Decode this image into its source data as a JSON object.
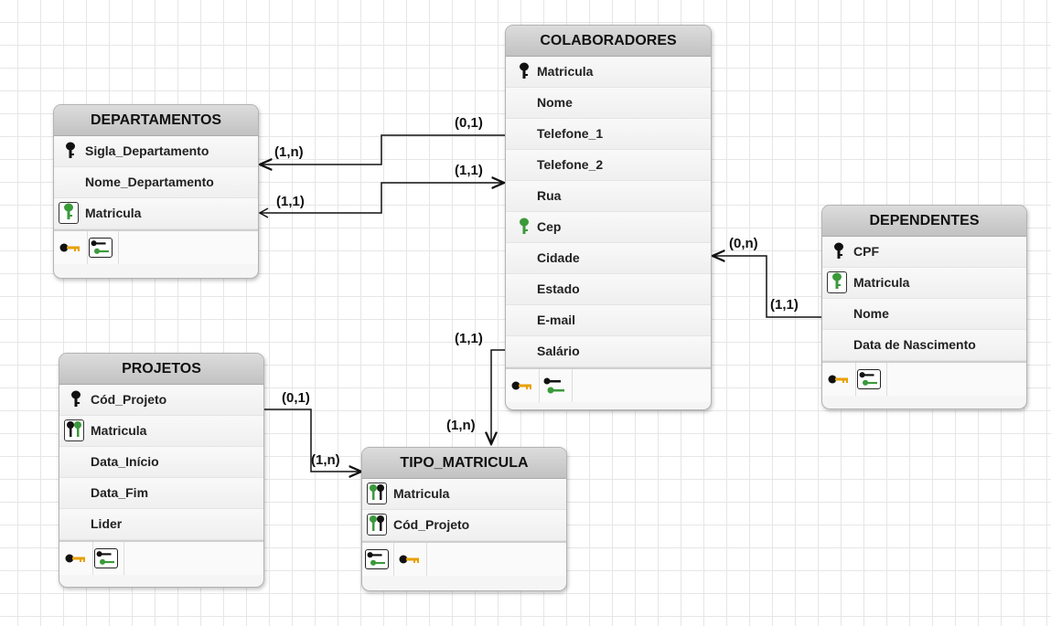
{
  "entities": {
    "colaboradores": {
      "title": "COLABORADORES",
      "attributes": [
        "Matricula",
        "Nome",
        "Telefone_1",
        "Telefone_2",
        "Rua",
        "Cep",
        "Cidade",
        "Estado",
        "E-mail",
        "Salário"
      ]
    },
    "departamentos": {
      "title": "DEPARTAMENTOS",
      "attributes": [
        "Sigla_Departamento",
        "Nome_Departamento",
        "Matricula"
      ]
    },
    "dependentes": {
      "title": "DEPENDENTES",
      "attributes": [
        "CPF",
        "Matricula",
        "Nome",
        "Data de Nascimento"
      ]
    },
    "projetos": {
      "title": "PROJETOS",
      "attributes": [
        "Cód_Projeto",
        "Matricula",
        "Data_Início",
        "Data_Fim",
        "Lider"
      ]
    },
    "tipo_matricula": {
      "title": "TIPO_MATRICULA",
      "attributes": [
        "Matricula",
        "Cód_Projeto"
      ]
    }
  },
  "cardinalities": {
    "colab_dept_a_colab": "(0,1)",
    "colab_dept_a_dept": "(1,n)",
    "colab_dept_b_colab": "(1,1)",
    "colab_dept_b_dept": "(1,1)",
    "dep_colab_colab": "(0,n)",
    "dep_colab_dep": "(1,1)",
    "colab_tipo_colab": "(1,1)",
    "colab_tipo_tipo": "(1,n)",
    "proj_tipo_proj": "(0,1)",
    "proj_tipo_tipo": "(1,n)"
  },
  "icons": {
    "primary_key": "key-green-icon",
    "foreign_key": "key-boxed-icon",
    "primary_foreign_key": "double-key-boxed-icon",
    "index": "key-orange-icon"
  },
  "colors": {
    "key_green": "#3a9a3a",
    "key_dark": "#111111",
    "key_orange": "#e8a000",
    "line": "#111111"
  }
}
